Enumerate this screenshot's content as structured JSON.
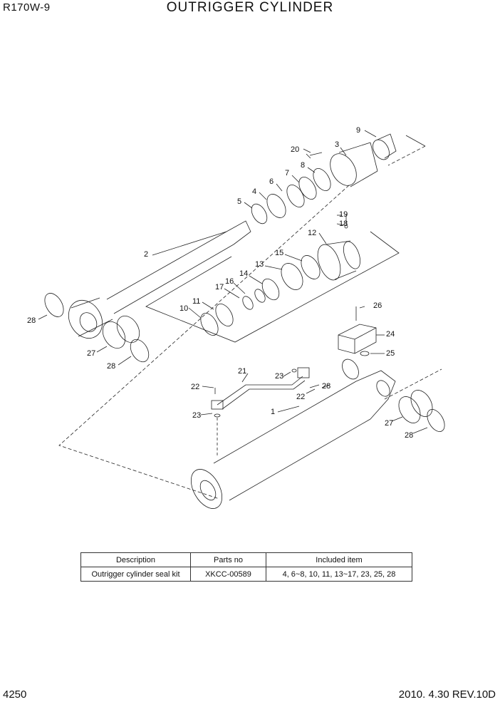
{
  "header": {
    "model": "R170W-9",
    "title": "OUTRIGGER CYLINDER"
  },
  "footer": {
    "page": "4250",
    "date_rev": "2010. 4.30  REV.10D"
  },
  "callouts": {
    "c1": "1",
    "c2": "2",
    "c3": "3",
    "c4": "4",
    "c5": "5",
    "c6": "6",
    "c7": "7",
    "c8": "8",
    "c9": "9",
    "c10": "10",
    "c11": "11",
    "c12": "12",
    "c13": "13",
    "c14": "14",
    "c15": "15",
    "c16": "16",
    "c17": "17",
    "c18": "18",
    "c19": "19",
    "c20": "20",
    "c21": "21",
    "c22a": "22",
    "c22b": "22",
    "c23a": "23",
    "c23b": "23",
    "c24": "24",
    "c25": "25",
    "c26": "26",
    "c27a": "27",
    "c27b": "27",
    "c28a": "28",
    "c28b": "28",
    "c28c": "28",
    "c28d": "28"
  },
  "table": {
    "headers": [
      "Description",
      "Parts no",
      "Included item"
    ],
    "rows": [
      [
        "Outrigger cylinder seal kit",
        "XKCC-00589",
        "4, 6~8, 10, 11, 13~17, 23, 25, 28"
      ]
    ]
  }
}
